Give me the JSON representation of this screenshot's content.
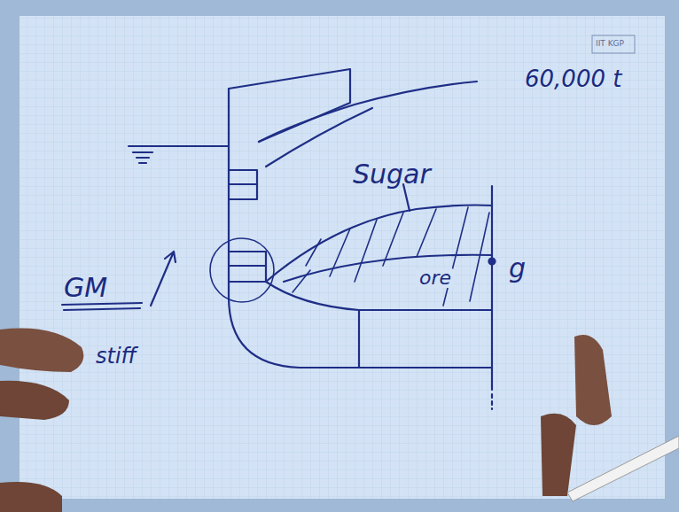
{
  "diagram": {
    "labels": [
      "IIT KGP",
      "60,000 t",
      "Sugar",
      "ore",
      "g",
      "GM",
      "stiff"
    ]
  }
}
